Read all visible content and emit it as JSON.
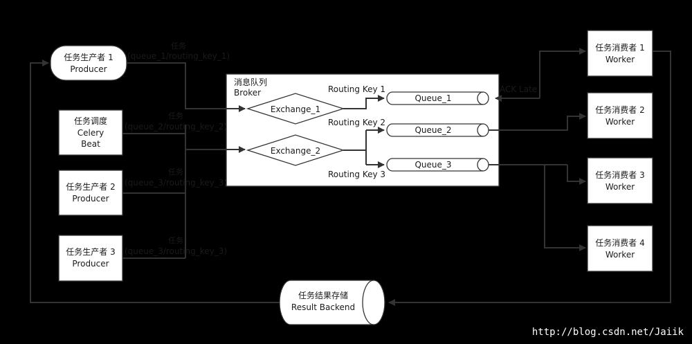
{
  "producer1": {
    "line1": "任务生产者 1",
    "line2": "Producer"
  },
  "beat": {
    "line1": "任务调度",
    "line2": "Celery",
    "line3": "Beat"
  },
  "producer2": {
    "line1": "任务生产者 2",
    "line2": "Producer"
  },
  "producer3": {
    "line1": "任务生产者 3",
    "line2": "Producer"
  },
  "edges": {
    "e1": {
      "title": "任务",
      "detail": "(queue_1/routing_key_1)"
    },
    "e2": {
      "title": "任务",
      "detail": "(queue_2/routing_key_2)"
    },
    "e3": {
      "title": "任务",
      "detail": "(queue_3/routing_key_3)"
    },
    "e4": {
      "title": "任务",
      "detail": "(queue_3/routing_key_3)"
    }
  },
  "broker": {
    "title": "消息队列",
    "subtitle": "Broker",
    "exchange1": "Exchange_1",
    "exchange2": "Exchange_2",
    "rk1": "Routing Key 1",
    "rk2": "Routing Key 2",
    "rk3": "Routing Key 3",
    "queue1": "Queue_1",
    "queue2": "Queue_2",
    "queue3": "Queue_3"
  },
  "ack_late": "ACK Late",
  "workers": [
    {
      "line1": "任务消费者 1",
      "line2": "Worker"
    },
    {
      "line1": "任务消费者 2",
      "line2": "Worker"
    },
    {
      "line1": "任务消费者 3",
      "line2": "Worker"
    },
    {
      "line1": "任务消费者 4",
      "line2": "Worker"
    }
  ],
  "backend": {
    "line1": "任务结果存储",
    "line2": "Result Backend"
  },
  "watermark": "http://blog.csdn.net/Jaiik",
  "colors": {
    "background": "#000000",
    "node_fill": "#ffffff",
    "stroke": "#333333"
  }
}
